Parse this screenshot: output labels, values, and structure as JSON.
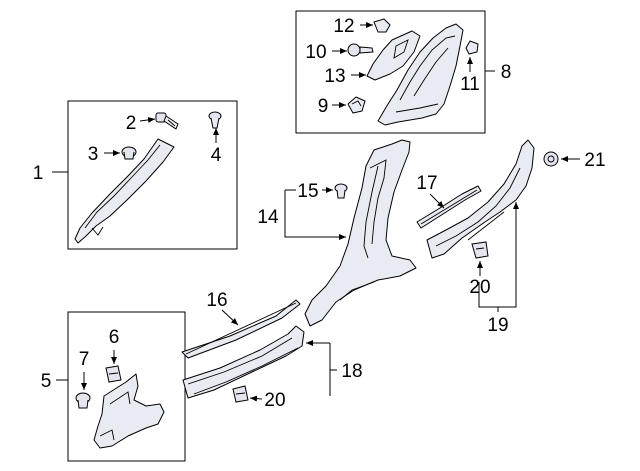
{
  "callouts": {
    "c1": "1",
    "c2": "2",
    "c3": "3",
    "c4": "4",
    "c5": "5",
    "c6": "6",
    "c7": "7",
    "c8": "8",
    "c9": "9",
    "c10": "10",
    "c11": "11",
    "c12": "12",
    "c13": "13",
    "c14": "14",
    "c15": "15",
    "c16": "16",
    "c17": "17",
    "c18": "18",
    "c19": "19",
    "c20a": "20",
    "c20b": "20",
    "c21": "21"
  },
  "colors": {
    "part_fill": "#e9ebf3",
    "line": "#000000",
    "background": "#ffffff"
  }
}
